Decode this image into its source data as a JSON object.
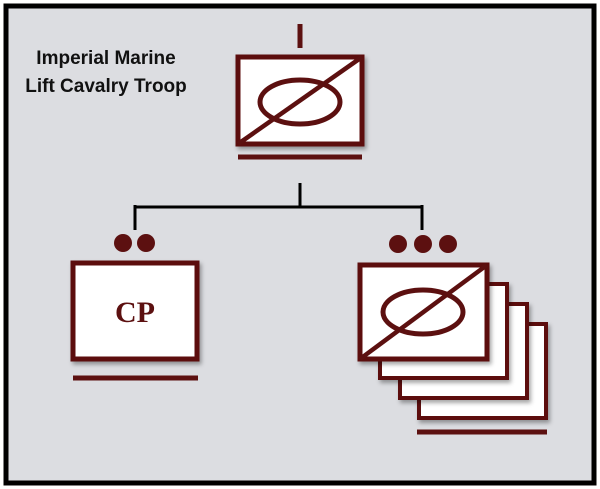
{
  "title": {
    "line1": "Imperial Marine",
    "line2": "Lift Cavalry Troop"
  },
  "units": {
    "hq": {
      "echelon_mark": "I",
      "type": "lift cavalry"
    },
    "command_post": {
      "label": "CP",
      "echelon_dots": 2
    },
    "platoons": {
      "echelon_dots": 3,
      "count": 4,
      "type": "lift cavalry"
    }
  },
  "colors": {
    "frame_bg": "#dcdde1",
    "frame_border": "#000000",
    "symbol": "#5c1010",
    "connector": "#000000"
  }
}
